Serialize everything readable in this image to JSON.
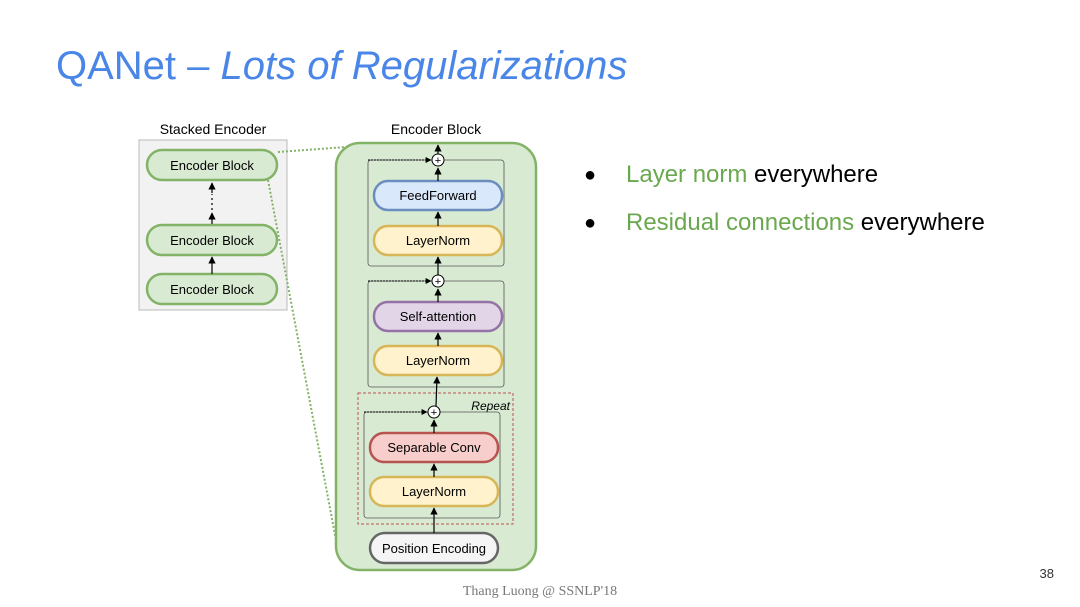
{
  "title": {
    "main": "QANet – ",
    "italic": "Lots of Regularizations"
  },
  "diagram": {
    "stacked_label": "Stacked Encoder",
    "encoder_label": "Encoder Block",
    "stacked_blocks": [
      "Encoder Block",
      "Encoder Block",
      "Encoder Block"
    ],
    "blocks": {
      "feedforward": "FeedForward",
      "layernorm_1": "LayerNorm",
      "self_attention": "Self-attention",
      "layernorm_2": "LayerNorm",
      "separable_conv": "Separable Conv",
      "layernorm_3": "LayerNorm",
      "position_encoding": "Position Encoding"
    },
    "repeat_label": "Repeat",
    "plus_symbol": "+",
    "colors": {
      "green_fill": "#d9ead3",
      "green_border": "#82b366",
      "blue_fill": "#dae8fc",
      "blue_border": "#6c8ebf",
      "yellow_fill": "#fff2cc",
      "yellow_border": "#d6b656",
      "purple_fill": "#e1d5e7",
      "purple_border": "#9673a6",
      "red_fill": "#f8cecc",
      "red_border": "#b85450",
      "grey_fill": "#f5f5f5",
      "grey_border": "#666666"
    }
  },
  "bullets": [
    {
      "highlight": "Layer norm",
      "rest": " everywhere"
    },
    {
      "highlight": "Residual connections",
      "rest": " everywhere"
    }
  ],
  "page_number": "38",
  "footer": "Thang Luong  @ SSNLP'18"
}
